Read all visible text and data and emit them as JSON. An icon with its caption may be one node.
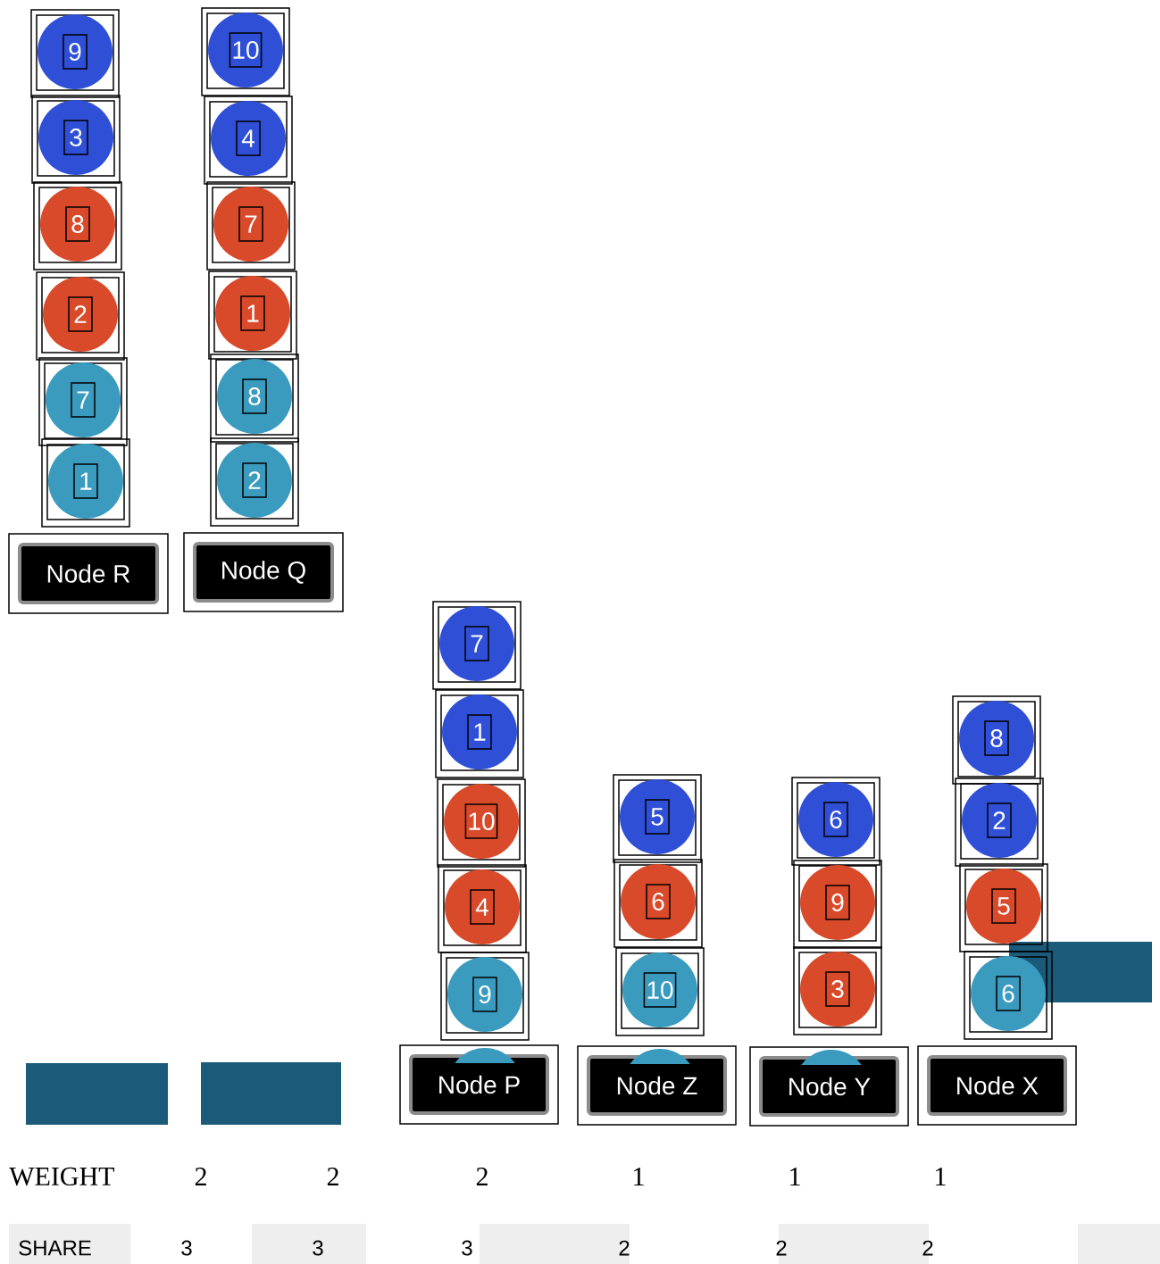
{
  "diagram": {
    "nodes": [
      {
        "text": [
          "9"
        ]
      },
      {
        "text": [
          "3"
        ]
      },
      {
        "text": [
          "8"
        ]
      },
      {
        "text": [
          "2"
        ]
      },
      {
        "text": [
          "7"
        ]
      },
      {
        "text": [
          "1"
        ]
      },
      {
        "text": [
          "Node R"
        ]
      },
      {
        "text": [
          "10"
        ]
      },
      {
        "text": [
          "4"
        ]
      },
      {
        "text": [
          "7"
        ]
      },
      {
        "text": [
          "1"
        ]
      },
      {
        "text": [
          "8"
        ]
      },
      {
        "text": [
          "2"
        ]
      },
      {
        "text": [
          "Node Q"
        ]
      },
      {
        "text": [
          "7"
        ]
      },
      {
        "text": [
          "1"
        ]
      },
      {
        "text": [
          "10"
        ]
      },
      {
        "text": [
          "4"
        ]
      },
      {
        "text": [
          "9"
        ]
      },
      {
        "text": [],
        "shape": "circle",
        "in": 20
      },
      {
        "text": [
          "Node P"
        ]
      },
      {
        "text": [
          "5"
        ]
      },
      {
        "text": [
          "6"
        ]
      },
      {
        "text": [
          "10"
        ]
      },
      {
        "text": [],
        "shape": "circle",
        "in": 25
      },
      {
        "text": [
          "Node Z"
        ]
      },
      {
        "text": [
          "6"
        ]
      },
      {
        "text": [
          "9"
        ]
      },
      {
        "text": [
          "3"
        ]
      },
      {
        "text": [],
        "shape": "circle",
        "in": 30
      },
      {
        "text": [
          "Node Y"
        ]
      },
      {
        "text": [
          "8"
        ]
      },
      {
        "text": [
          "2"
        ]
      },
      {
        "text": [
          "5"
        ]
      },
      {
        "text": [
          "6"
        ]
      },
      {
        "text": [
          "Node X"
        ]
      },
      {
        "text": [],
        "shape": "box"
      },
      {
        "text": [],
        "shape": "box"
      },
      {
        "text": [],
        "shape": "box"
      }
    ],
    "edges": [],
    "labels": [
      "WEIGHT",
      "2",
      "2",
      "2",
      "1",
      "1",
      "1",
      "SHARE",
      "3",
      "3",
      "3",
      "2",
      "2",
      "2"
    ]
  }
}
